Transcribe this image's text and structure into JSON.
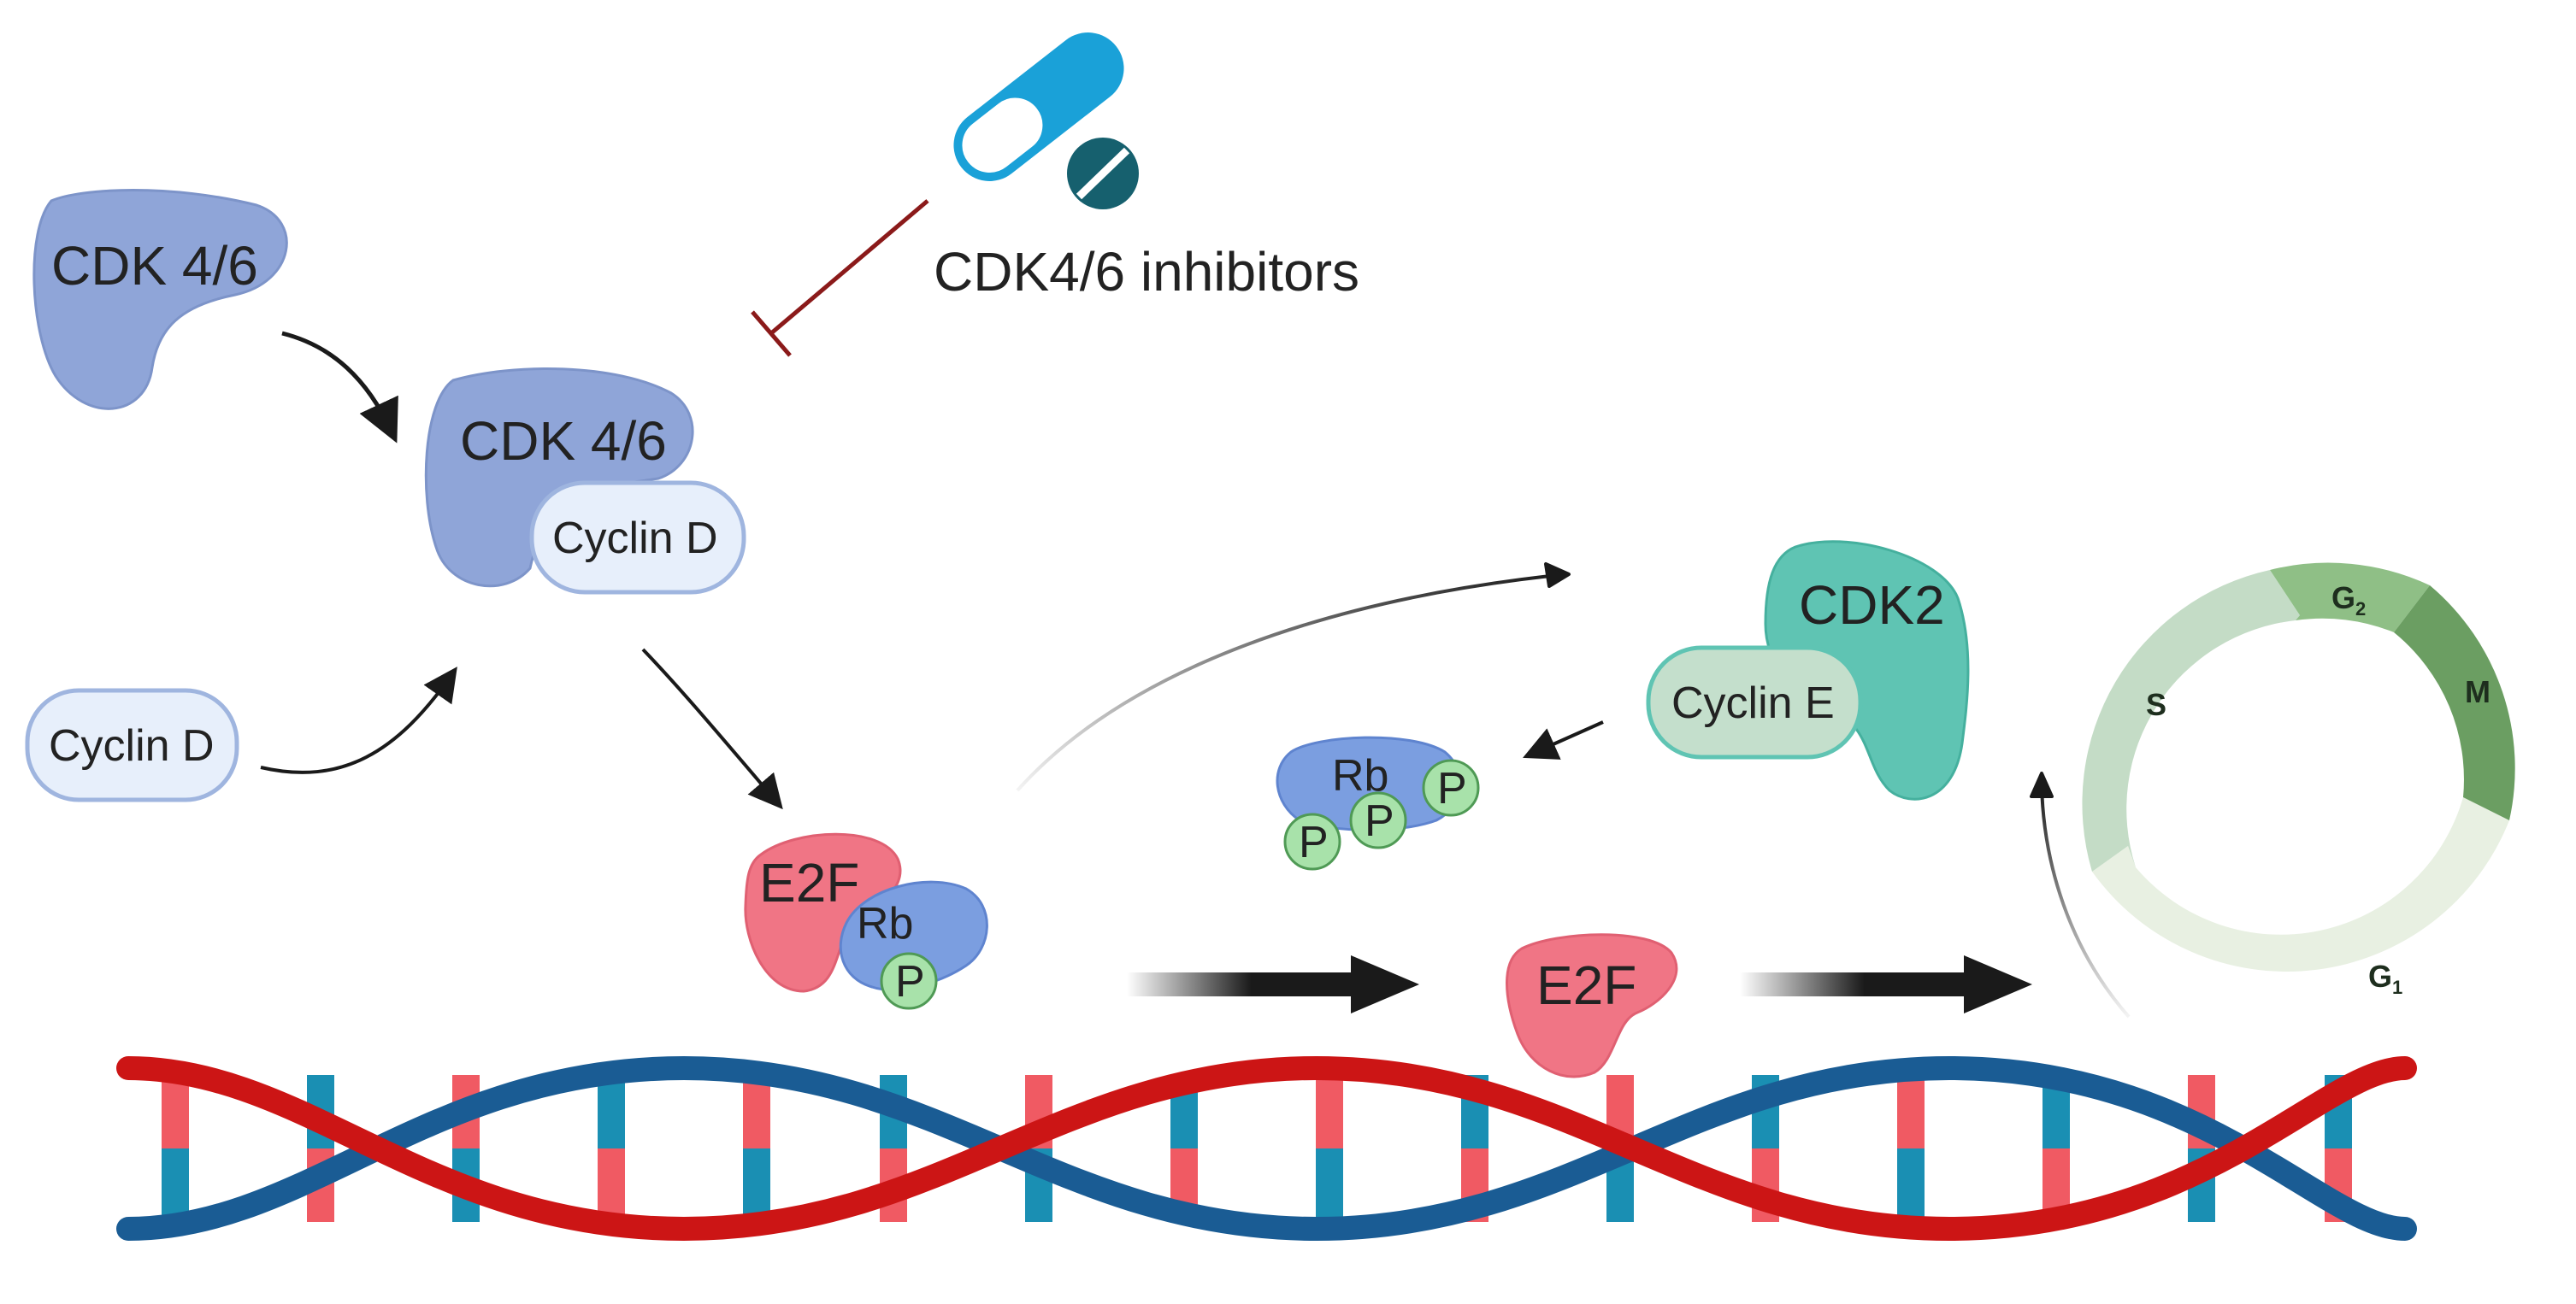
{
  "diagram": {
    "cdk46_free": "CDK 4/6",
    "cdk46_complex": "CDK 4/6",
    "cyclin_d_complex": "Cyclin D",
    "cyclin_d_free": "Cyclin D",
    "inhibitor_label": "CDK4/6 inhibitors",
    "e2f_bound": "E2F",
    "rb_bound": "Rb",
    "p_bound": "P",
    "e2f_free": "E2F",
    "cdk2": "CDK2",
    "cyclin_e": "Cyclin E",
    "rb_phos": "Rb",
    "p1": "P",
    "p2": "P",
    "p3": "P",
    "cell_cycle": {
      "s": "S",
      "g2_letter": "G",
      "g2_sub": "2",
      "m": "M",
      "g1_letter": "G",
      "g1_sub": "1"
    }
  },
  "colors": {
    "cdk46": "#8fa5d8",
    "cyclin_d": "#e7effb",
    "e2f": "#f07585",
    "rb": "#7b9ee0",
    "phosphate": "#a8e2aa",
    "cdk2": "#5fc4b3",
    "cyclin_e": "#c4dfcc",
    "dna_red": "#cc1515",
    "dna_blue": "#1a5c94",
    "inhibitor_line": "#8b1a1a",
    "capsule_blue": "#1aa1d8",
    "tablet": "#16606e"
  }
}
